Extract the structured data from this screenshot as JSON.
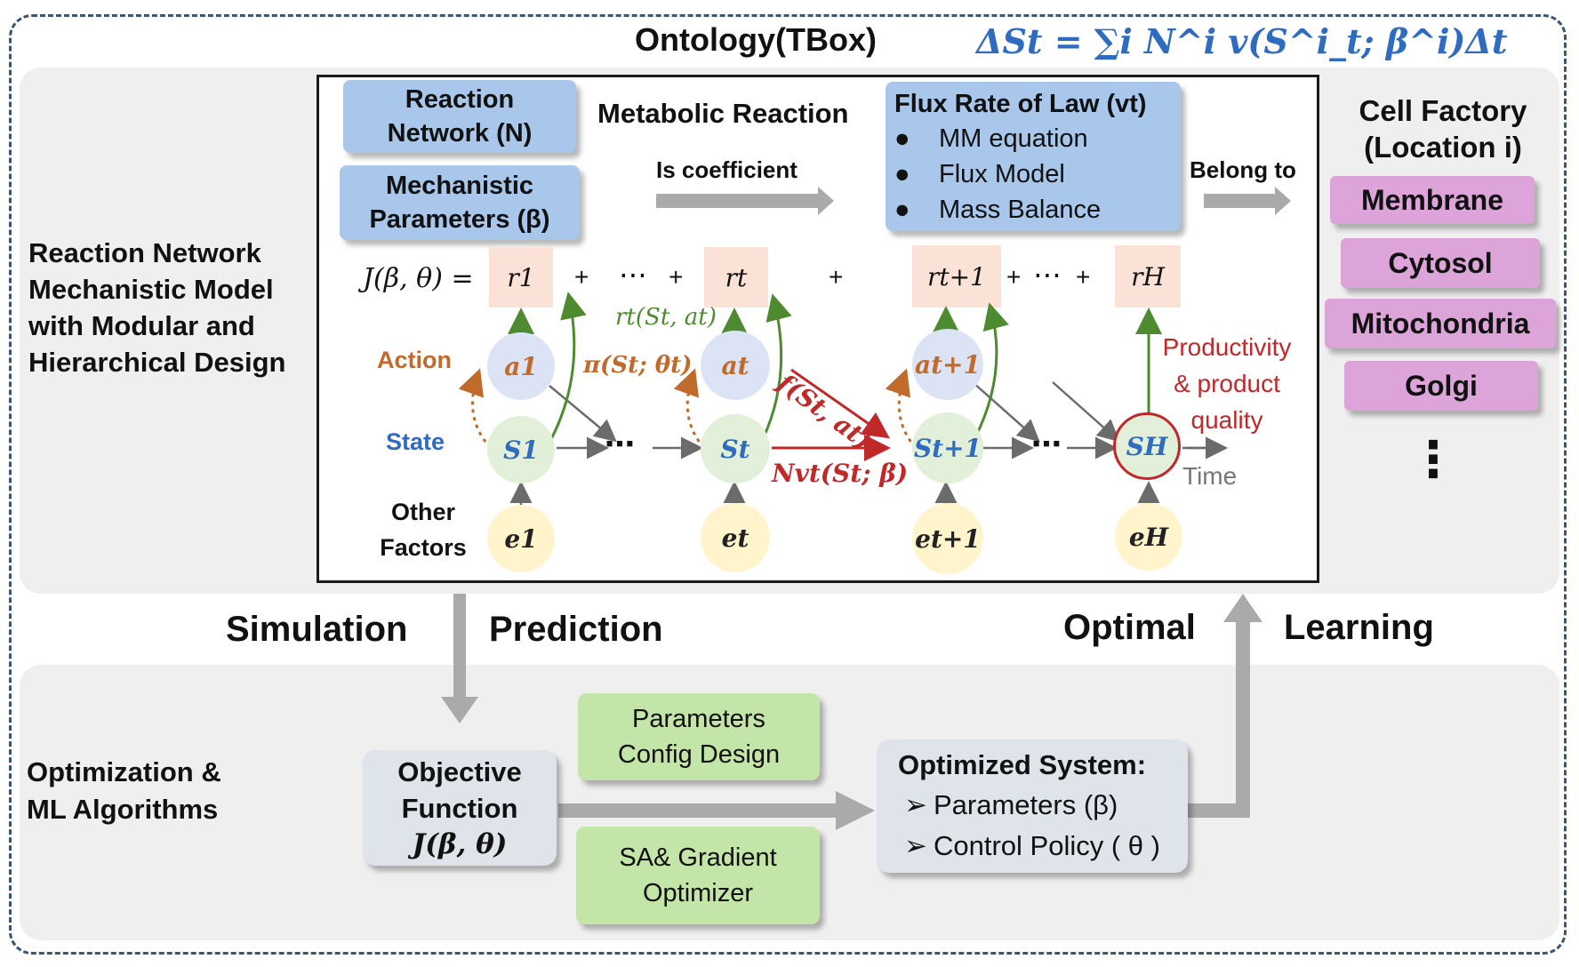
{
  "header": {
    "title": "Ontology(TBox)",
    "equation": "ΔSt = ∑i N^i v(S^i_t; β^i)Δt"
  },
  "left_labels": {
    "top": [
      "Reaction Network",
      "Mechanistic Model",
      "with Modular and",
      "Hierarchical Design"
    ],
    "bottom": [
      "Optimization &",
      "ML Algorithms"
    ]
  },
  "top_panel": {
    "reaction_network": [
      "Reaction",
      "Network (N)"
    ],
    "mechanistic_params": [
      "Mechanistic",
      "Parameters (β)"
    ],
    "metabolic_reaction": "Metabolic Reaction",
    "is_coefficient": "Is coefficient",
    "flux_title": "Flux Rate of Law (vt)",
    "flux_items": [
      "MM equation",
      "Flux Model",
      "Mass Balance"
    ],
    "belong_to": "Belong to"
  },
  "cell_factory": {
    "title": [
      "Cell Factory",
      "(Location i)"
    ],
    "locations": [
      "Membrane",
      "Cytosol",
      "Mitochondria",
      "Golgi"
    ],
    "more": "⋮"
  },
  "graph": {
    "objective": "J(β, θ) =",
    "plus": "+",
    "dots": "⋯",
    "rewards": [
      "r1",
      "rt",
      "rt+1",
      "rH"
    ],
    "actions": [
      "a1",
      "at",
      "at+1"
    ],
    "states": [
      "S1",
      "St",
      "St+1",
      "SH"
    ],
    "factors": [
      "e1",
      "et",
      "et+1",
      "eH"
    ],
    "row_labels": {
      "action": "Action",
      "state": "State",
      "other": [
        "Other",
        "Factors"
      ]
    },
    "policy": "π(St; θt)",
    "reward_fn": "rt(St, at)",
    "transition": "f(St, at)",
    "flux_term": "Nvt(St; β)",
    "productivity": [
      "Productivity",
      "& product",
      "quality"
    ],
    "time": "Time"
  },
  "flow": {
    "simulation": "Simulation",
    "prediction": "Prediction",
    "optimal": "Optimal",
    "learning": "Learning"
  },
  "bottom_panel": {
    "objective_box": [
      "Objective",
      "Function",
      "J(β, θ)"
    ],
    "params_config": [
      "Parameters",
      "Config Design"
    ],
    "sa_gradient": [
      "SA& Gradient",
      "Optimizer"
    ],
    "optimized_title": "Optimized System:",
    "optimized_items": [
      "Parameters (β)",
      "Control Policy ( θ )"
    ]
  },
  "colors": {
    "blue_box": "#a8c7ea",
    "pink_box": "#dda4da",
    "green_box": "#c4e5a8",
    "grey_box": "#dfe3ea",
    "reward_box": "#fbe2d6",
    "orange": "#c06a2b",
    "blue_text": "#2f6bbf",
    "red": "#c0282a",
    "green_text": "#4e8a2f"
  }
}
